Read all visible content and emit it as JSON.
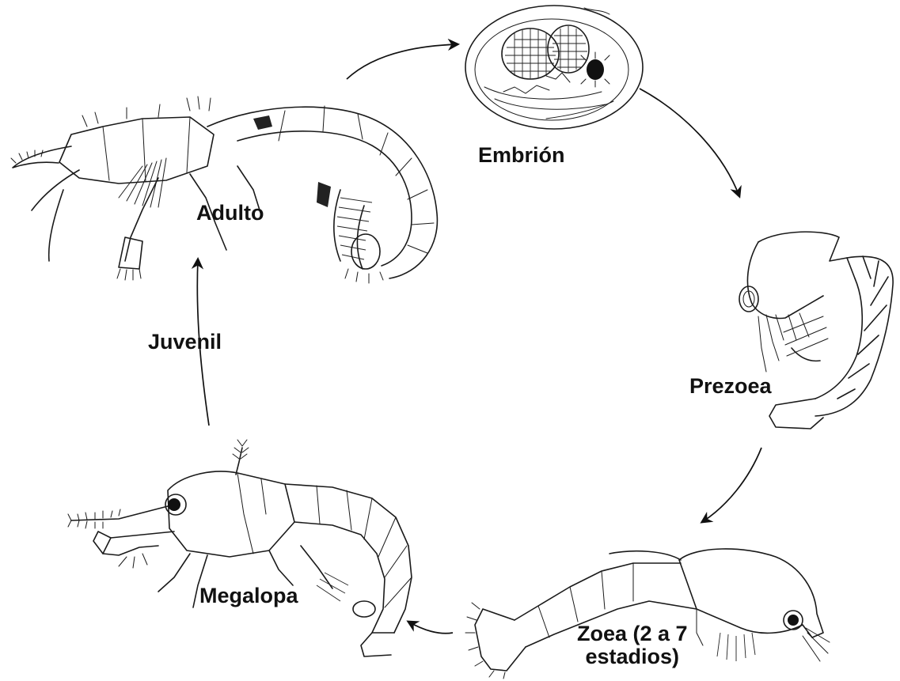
{
  "stages": {
    "embrion": "Embrión",
    "adulto": "Adulto",
    "prezoea": "Prezoea",
    "zoea_line1": "Zoea (2 a 7",
    "zoea_line2": "estadios)",
    "megalopa": "Megalopa",
    "juvenil": "Juvenil"
  },
  "colors": {
    "ink": "#1a1a1a",
    "background": "#ffffff"
  }
}
